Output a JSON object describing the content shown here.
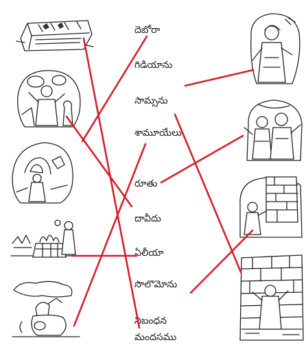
{
  "words": [
    {
      "id": "deborah",
      "text": "దెబోరా"
    },
    {
      "id": "gideon",
      "text": "గిడియాను"
    },
    {
      "id": "samson",
      "text": "సామ్సను"
    },
    {
      "id": "samuel",
      "text": "శామూయేలు"
    },
    {
      "id": "ruth",
      "text": "రూతు"
    },
    {
      "id": "david",
      "text": "దావీదు"
    },
    {
      "id": "elijah",
      "text": "ఏలీయా"
    },
    {
      "id": "solomon",
      "text": "సొలొమోను"
    },
    {
      "id": "ark_line1",
      "text": "నిబంధన"
    },
    {
      "id": "ark_line2",
      "text": "మందసము"
    }
  ],
  "left_pictures": [
    {
      "id": "ark-picture"
    },
    {
      "id": "woman-with-offering-picture"
    },
    {
      "id": "cave-prophet-picture"
    },
    {
      "id": "altar-fire-picture"
    },
    {
      "id": "sling-stone-picture"
    }
  ],
  "right_pictures": [
    {
      "id": "prophetess-picture"
    },
    {
      "id": "soldiers-picture"
    },
    {
      "id": "tower-picture"
    },
    {
      "id": "temple-builder-picture"
    }
  ],
  "line_color": "#d61f2b",
  "matches": [
    {
      "picture": "ark-picture",
      "word": "ark_line1"
    },
    {
      "picture": "woman-with-offering-picture",
      "word": "david"
    },
    {
      "picture": "cave-prophet-picture",
      "word": "deborah"
    },
    {
      "picture": "altar-fire-picture",
      "word": "elijah"
    },
    {
      "picture": "sling-stone-picture",
      "word": "samuel"
    },
    {
      "picture": "prophetess-picture",
      "word": "gideon"
    },
    {
      "picture": "soldiers-picture",
      "word": "ruth"
    },
    {
      "picture": "tower-picture",
      "word": "solomon"
    },
    {
      "picture": "temple-builder-picture",
      "word": "samson"
    }
  ]
}
